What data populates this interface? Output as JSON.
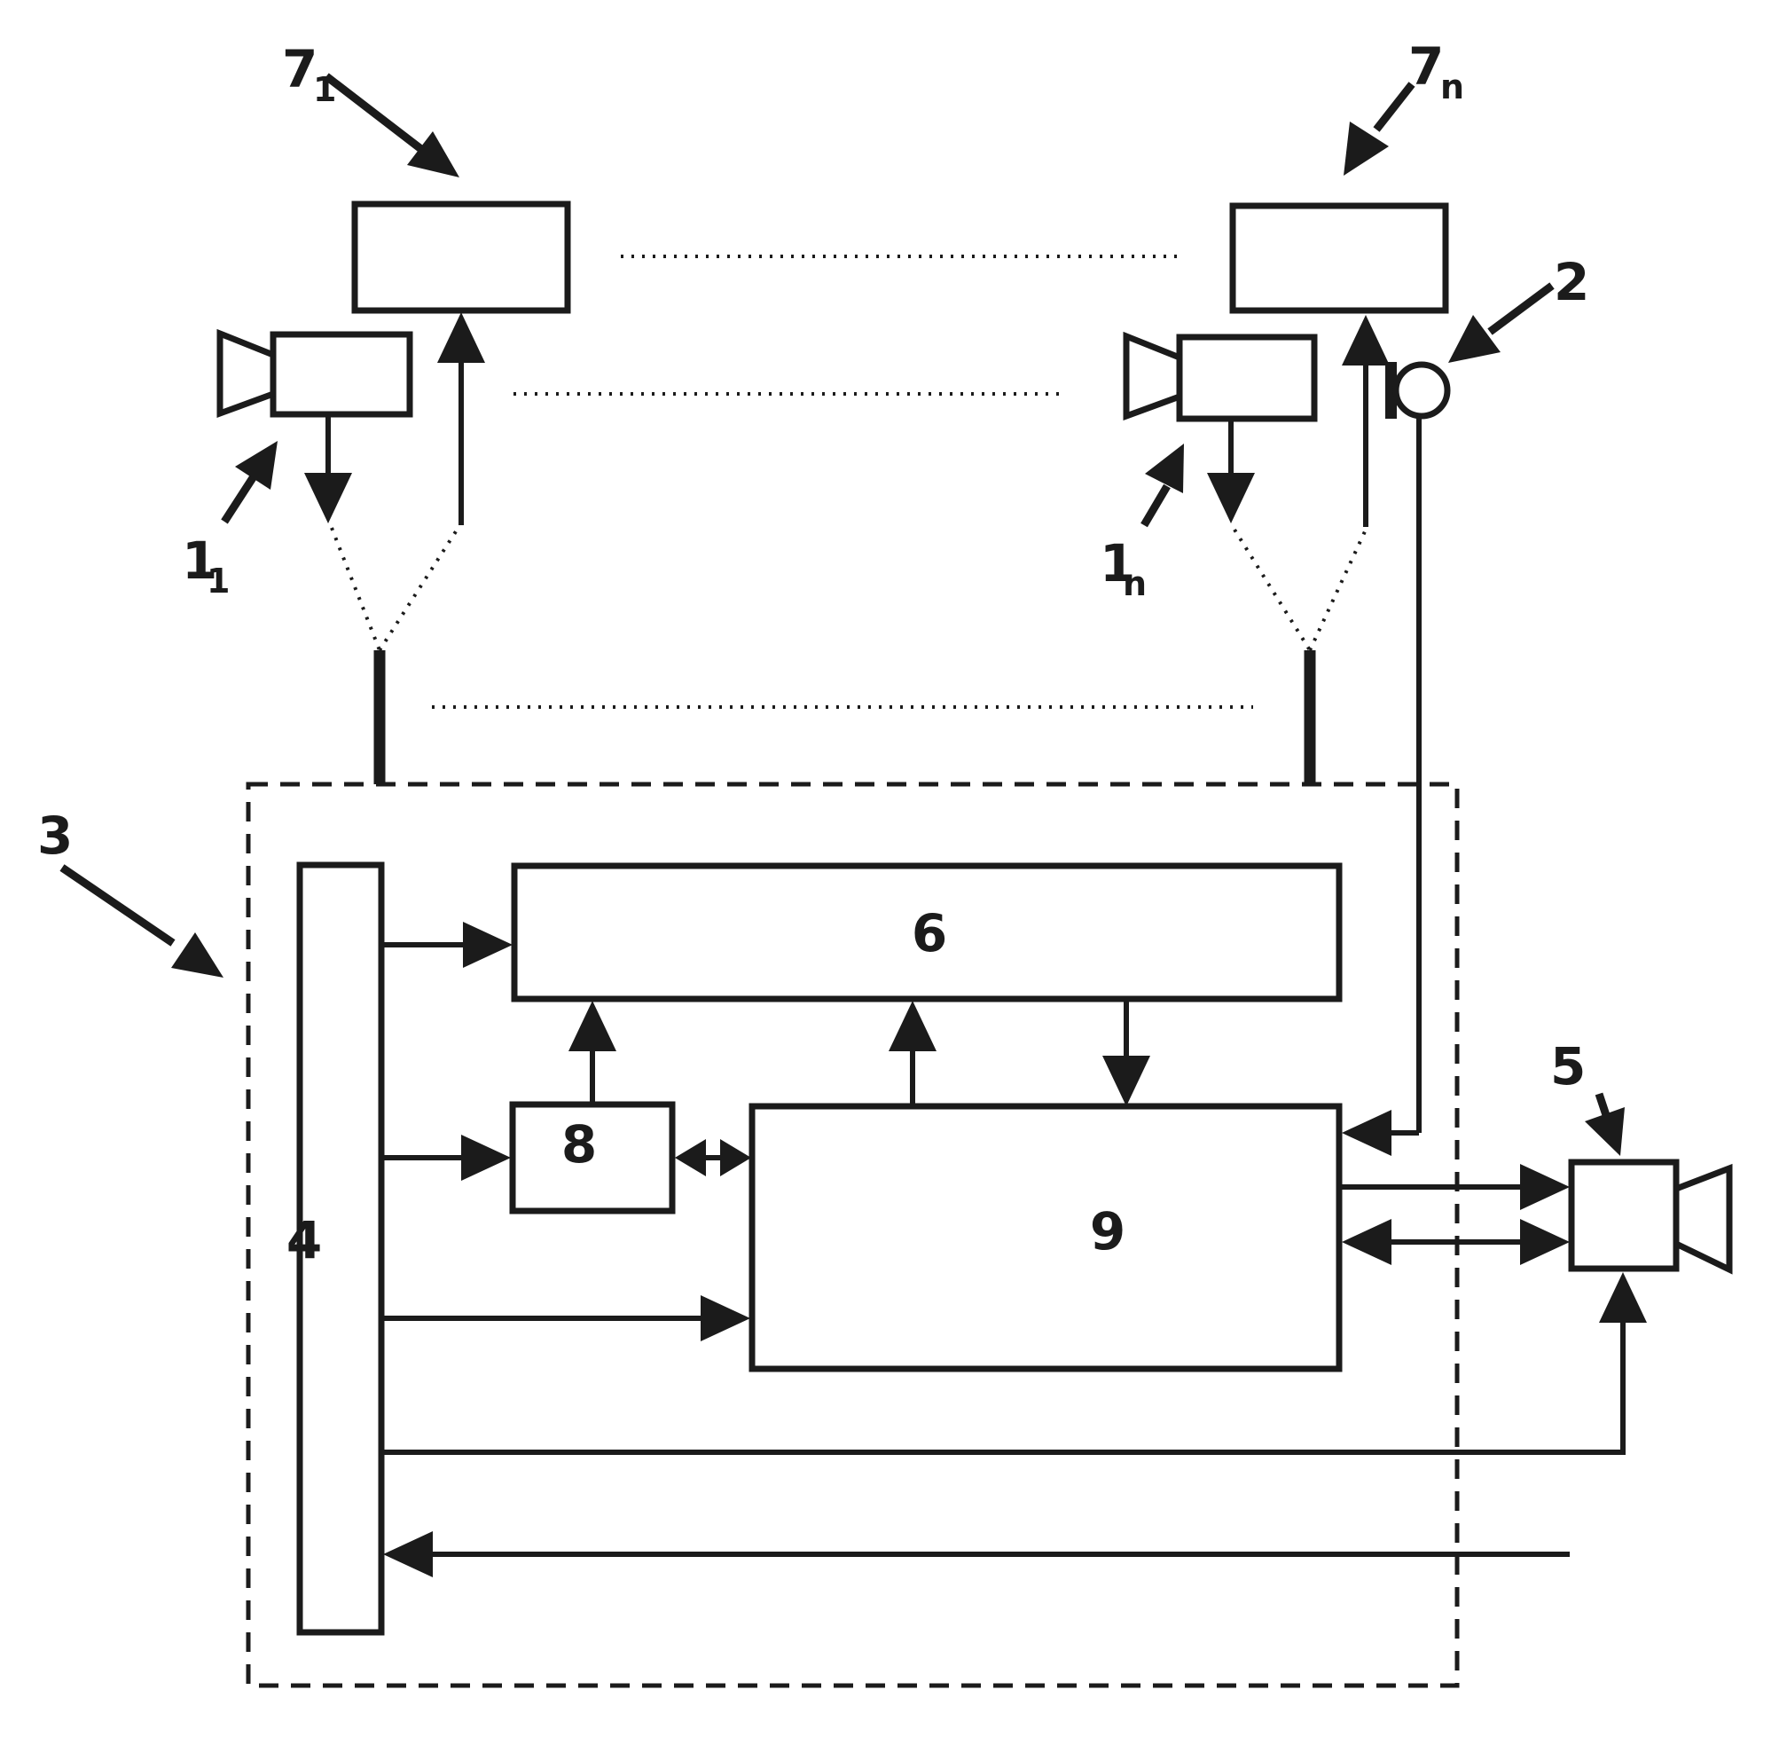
{
  "colors": {
    "ink": "#1b1b1b",
    "background": "#ffffff"
  },
  "labels": {
    "display_left": {
      "main": "7",
      "sub": "1"
    },
    "display_right": {
      "main": "7",
      "sub": "n"
    },
    "camera_left": {
      "main": "1",
      "sub": "1"
    },
    "camera_right": {
      "main": "1",
      "sub": "n"
    },
    "microphone": "2",
    "system_boundary": "3",
    "block_4": "4",
    "output_camera": "5",
    "block_6": "6",
    "block_8": "8",
    "block_9": "9"
  }
}
